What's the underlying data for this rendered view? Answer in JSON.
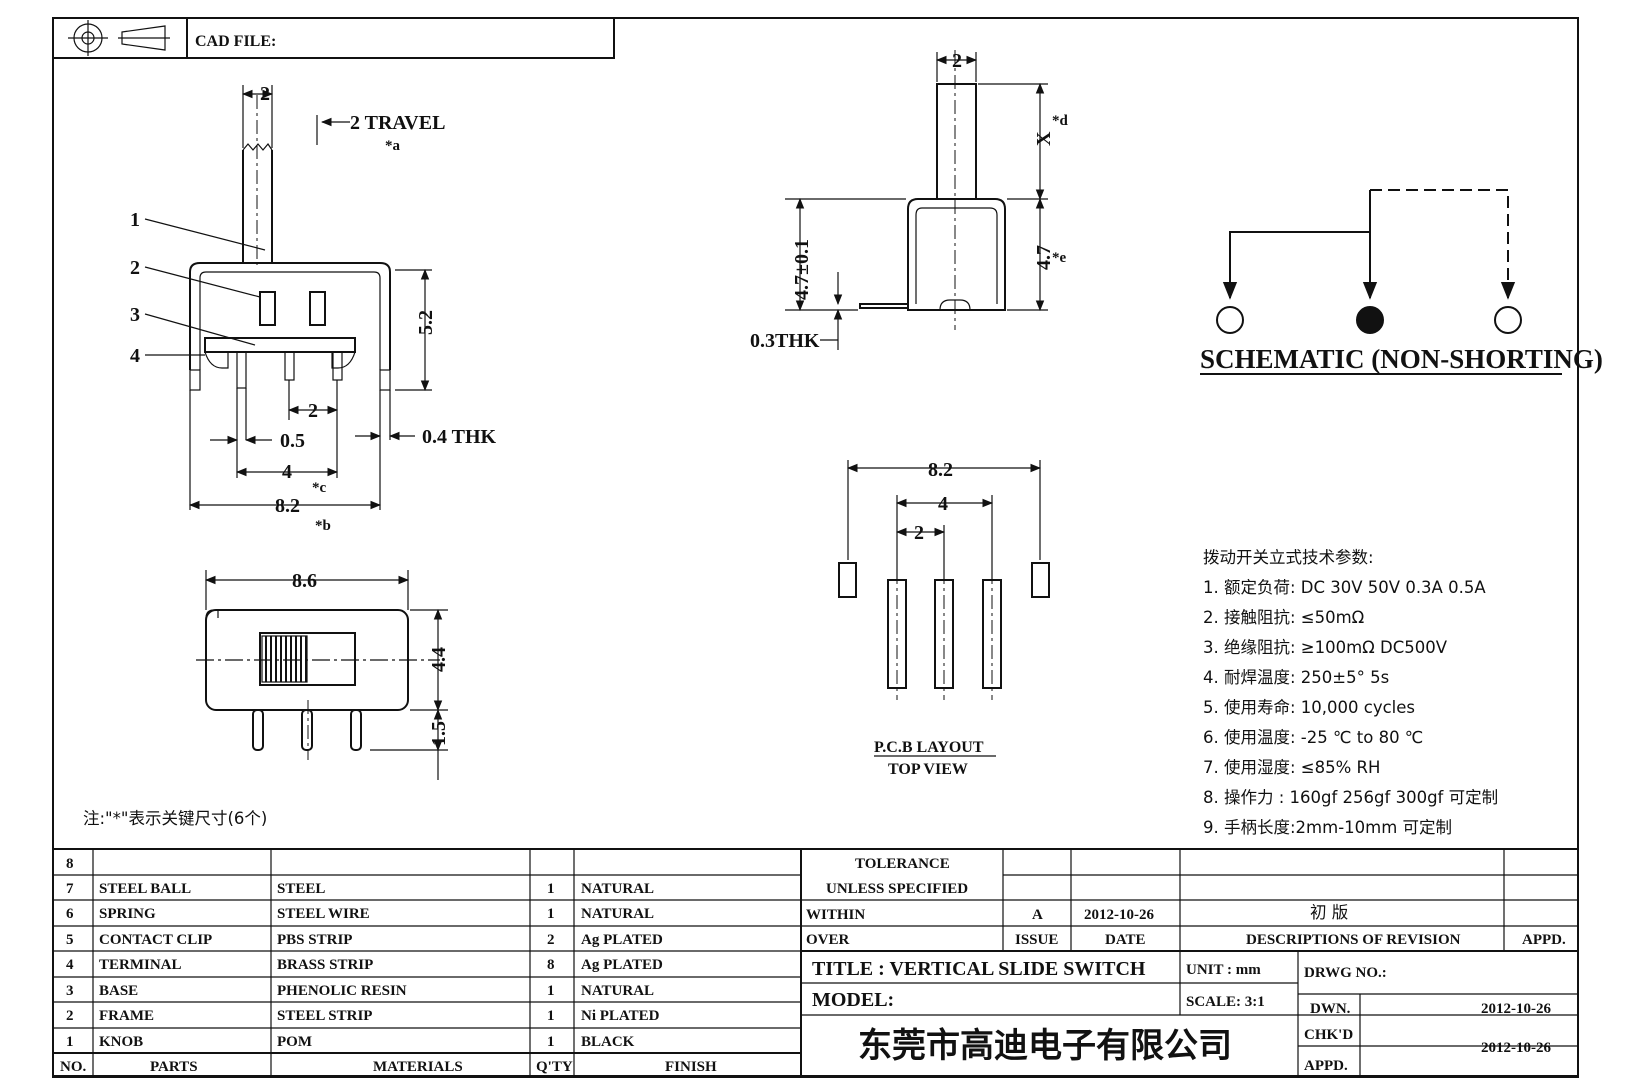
{
  "header": {
    "cad_file_label": "CAD FILE:"
  },
  "side_view": {
    "dim_2": "2",
    "travel": "2 TRAVEL",
    "key_a": "*a",
    "part_1": "1",
    "part_2": "2",
    "part_3": "3",
    "part_4": "4",
    "dim_5_2": "5.2",
    "dim_2b": "2",
    "dim_0_5": "0.5",
    "thk": "0.4 THK",
    "dim_4": "4",
    "key_c": "*c",
    "dim_8_2": "8.2",
    "key_b": "*b"
  },
  "top_view": {
    "dim_8_6": "8.6",
    "dim_4_4": "4.4",
    "dim_1_5": "1.5"
  },
  "front_view": {
    "dim_2": "2",
    "dim_x": "X",
    "key_d": "*d",
    "dim_4_7_tol": "4.7±0.1",
    "dim_4_7": "4.7",
    "key_e": "*e",
    "thk": "0.3THK"
  },
  "pcb_layout": {
    "dim_8_2": "8.2",
    "dim_4": "4",
    "dim_2": "2",
    "title": "P.C.B LAYOUT",
    "subtitle": "TOP VIEW"
  },
  "schematic": {
    "title": "SCHEMATIC (NON-SHORTING)"
  },
  "note": "注:\"*\"表示关键尺寸(6个)",
  "specs": {
    "title": "拨动开关立式技术参数:",
    "items": [
      "1.  额定负荷: DC 30V     50V     0.3A     0.5A",
      "2.  接触阻抗: ≤50mΩ",
      "3.  绝缘阻抗: ≥100mΩ   DC500V",
      "4.  耐焊温度: 250±5°   5s",
      "5.  使用寿命: 10,000 cycles",
      "6.  使用温度: -25  ℃  to 80  ℃",
      "7.  使用湿度: ≤85% RH",
      "8.  操作力 : 160gf    256gf    300gf   可定制",
      "9.  手柄长度:2mm-10mm   可定制"
    ]
  },
  "bom": {
    "header": [
      "NO.",
      "PARTS",
      "MATERIALS",
      "Q'TY",
      "FINISH"
    ],
    "rows": [
      [
        "8",
        "",
        "",
        "",
        ""
      ],
      [
        "7",
        "STEEL BALL",
        "STEEL",
        "1",
        "NATURAL"
      ],
      [
        "6",
        "SPRING",
        "STEEL WIRE",
        "1",
        "NATURAL"
      ],
      [
        "5",
        "CONTACT CLIP",
        "PBS STRIP",
        "2",
        "Ag PLATED"
      ],
      [
        "4",
        "TERMINAL",
        "BRASS STRIP",
        "8",
        "Ag PLATED"
      ],
      [
        "3",
        "BASE",
        "PHENOLIC RESIN",
        "1",
        "NATURAL"
      ],
      [
        "2",
        "FRAME",
        "STEEL STRIP",
        "1",
        "Ni PLATED"
      ],
      [
        "1",
        "KNOB",
        "POM",
        "1",
        "BLACK"
      ]
    ]
  },
  "title_block": {
    "tolerance": "TOLERANCE",
    "unless": "UNLESS   SPECIFIED",
    "within": "WITHIN",
    "over": "OVER",
    "rev_issue": "A",
    "rev_date": "2012-10-26",
    "rev_desc": "初    版",
    "issue_label": "ISSUE",
    "date_label": "DATE",
    "desc_label": "DESCRIPTIONS  OF  REVISION",
    "appd_label": "APPD.",
    "title": "TITLE :   VERTICAL  SLIDE  SWITCH",
    "unit": "UNIT :   mm",
    "drwg_no": "DRWG NO.:",
    "model": "MODEL:",
    "scale": "SCALE:   3:1",
    "dwn": "DWN.",
    "dwn_date": "2012-10-26",
    "chkd": "CHK'D",
    "chkd_date": "2012-10-26",
    "appd2": "APPD.",
    "company": "东莞市高迪电子有限公司"
  }
}
